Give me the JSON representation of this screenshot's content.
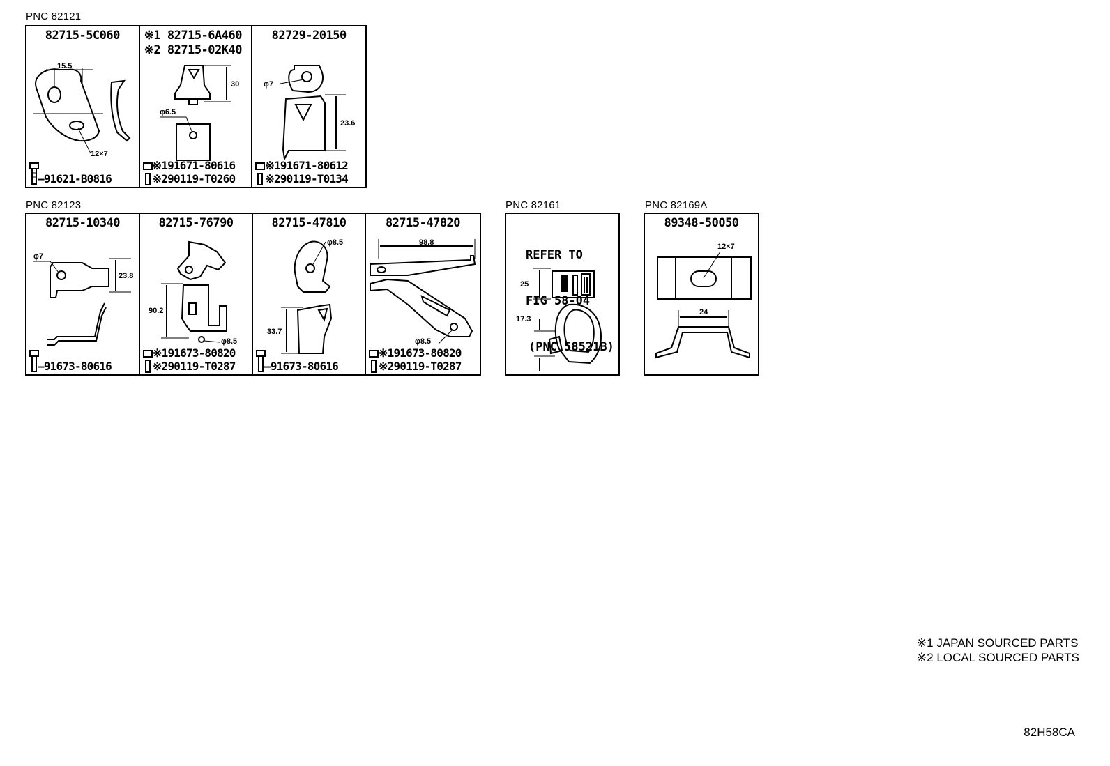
{
  "pnc_groups": [
    {
      "label": "PNC 82121",
      "cells": [
        {
          "part_lines": [
            "82715-5C060"
          ],
          "bolt_lines": [
            "91621-B0816"
          ],
          "dims": [
            "15.5",
            "12×7"
          ]
        },
        {
          "part_lines": [
            "※1 82715-6A460",
            "※2 82715-02K40"
          ],
          "bolt_lines": [
            "※191671-80616",
            "※290119-T0260"
          ],
          "dims": [
            "30",
            "φ6.5"
          ]
        },
        {
          "part_lines": [
            "82729-20150"
          ],
          "bolt_lines": [
            "※191671-80612",
            "※290119-T0134"
          ],
          "dims": [
            "φ7",
            "23.6"
          ]
        }
      ]
    },
    {
      "label": "PNC 82123",
      "cells": [
        {
          "part_lines": [
            "82715-10340"
          ],
          "bolt_lines": [
            "91673-80616"
          ],
          "dims": [
            "φ7",
            "23.8"
          ]
        },
        {
          "part_lines": [
            "82715-76790"
          ],
          "bolt_lines": [
            "※191673-80820",
            "※290119-T0287"
          ],
          "dims": [
            "90.2",
            "φ8.5"
          ]
        },
        {
          "part_lines": [
            "82715-47810"
          ],
          "bolt_lines": [
            "91673-80616"
          ],
          "dims": [
            "φ8.5",
            "33.7"
          ]
        },
        {
          "part_lines": [
            "82715-47820"
          ],
          "bolt_lines": [
            "※191673-80820",
            "※290119-T0287"
          ],
          "dims": [
            "98.8",
            "φ8.5"
          ]
        }
      ]
    },
    {
      "label": "PNC 82161",
      "cells": [
        {
          "refer_lines": [
            "REFER TO",
            "FIG 58-04",
            "(PNC 58521B)"
          ],
          "dims": [
            "25",
            "17.3"
          ]
        }
      ]
    },
    {
      "label": "PNC 82169A",
      "cells": [
        {
          "part_lines": [
            "89348-50050"
          ],
          "dims": [
            "12×7",
            "24"
          ]
        }
      ]
    }
  ],
  "legend": [
    "※1 JAPAN SOURCED PARTS",
    "※2 LOCAL SOURCED PARTS"
  ],
  "illustration_code": "82H58CA",
  "icons": {
    "bolt": "hex-bolt-icon"
  }
}
